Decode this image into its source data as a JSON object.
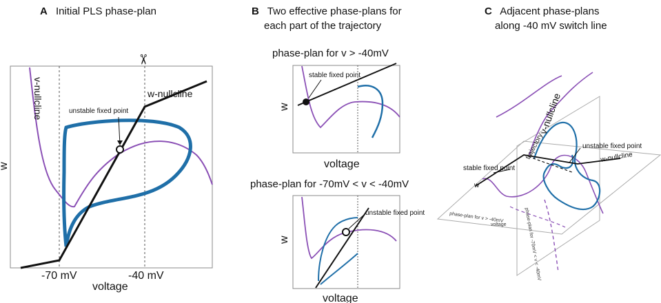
{
  "panelA": {
    "letter": "A",
    "title": "Initial PLS phase-plan",
    "ylabel": "w",
    "xlabel": "voltage",
    "tick_left": "-70 mV",
    "tick_right": "-40 mV",
    "v_nullcline": "v-nullcline",
    "w_nullcline": "w-nullcline",
    "fixed_point": "unstable fixed point",
    "scissors": "✂"
  },
  "panelB": {
    "letter": "B",
    "title_line1": "Two effective  phase-plans for",
    "title_line2": "each part of the trajectory",
    "top_title": "phase-plan for v > -40mV",
    "top_fixed_point": "stable fixed point",
    "top_ylabel": "w",
    "top_xlabel": "voltage",
    "bottom_title": "phase-plan for -70mV < v < -40mV",
    "bottom_fixed_point": "unstable fixed point",
    "bottom_ylabel": "w",
    "bottom_xlabel": "voltage"
  },
  "panelC": {
    "letter": "C",
    "title_line1": "Adjacent phase-plans",
    "title_line2": "along -40 mV switch line",
    "v_nullcline": "v-nullcline",
    "w_nullcline": "w-nullcline",
    "trajectory": "trajectory",
    "unstable": "unstable fixed point",
    "stable": "stable fixed point",
    "w_axis": "w",
    "voltage_axis": "voltage",
    "plane1": "phase-plan for v > -40mV",
    "plane2": "phase-plan for -70mV < v < -40mV"
  },
  "colors": {
    "blue": "#1f6fa8",
    "purple": "#8a4fb5",
    "black": "#111111",
    "frame": "#888888"
  }
}
